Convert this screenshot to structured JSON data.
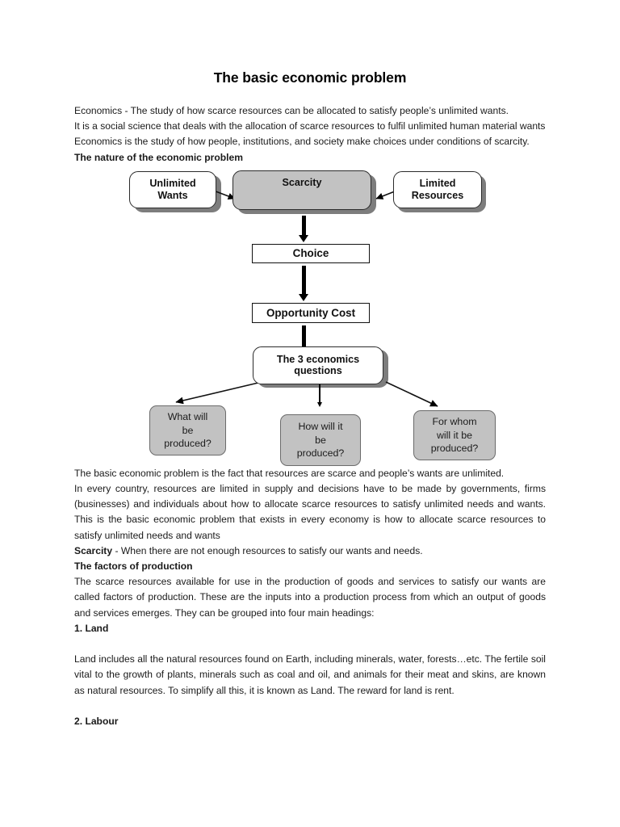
{
  "document": {
    "title": "The basic economic problem"
  },
  "body": {
    "intro_paragraphs": [
      "Economics - The study of how scarce resources can be allocated to satisfy people’s unlimited wants.",
      "It is a social science that deals with the allocation of scarce resources to fulfil unlimited human material wants",
      "Economics is the study of how people, institutions, and society make choices under conditions of scarcity."
    ],
    "heading_nature": "The nature of the economic problem",
    "after_diagram_paragraphs": [
      "The basic economic problem is the fact that resources are scarce and people’s wants are unlimited.",
      "In every country, resources are limited in supply and decisions have to be made by governments, firms (businesses) and individuals about how to allocate scarce resources to satisfy unlimited needs and wants. This is the basic economic problem that exists in every economy is how to allocate scarce resources to satisfy unlimited needs and wants"
    ],
    "scarcity_definition_term": "Scarcity",
    "scarcity_definition_rest": " - When there are not enough resources to satisfy our wants and needs.",
    "heading_factors": "The factors of production",
    "factors_paragraph": "The scarce resources available for use in the production of goods and services to satisfy our wants are called factors of production. These are the inputs into a production process from which an output of goods and services emerges. They can be grouped into four main headings:",
    "heading_land": "1. Land",
    "land_paragraph": "Land includes all the natural resources found on Earth, including minerals, water, forests…etc. The fertile soil vital to the growth of plants, minerals such as coal and oil, and animals for their meat and skins, are known as natural resources. To simplify all this, it is known as Land. The reward for land is rent.",
    "heading_labour": "2. Labour"
  },
  "diagram": {
    "name": "economic-problem-flowchart",
    "colors": {
      "gray_fill": "#c2c2c2",
      "white_fill": "#ffffff",
      "border": "#2b2b2b",
      "shadow": "#7d7d7d",
      "arrow": "#000000"
    },
    "nodes": {
      "unlimited_wants": "Unlimited\nWants",
      "unlimited_wants_line1": "Unlimited",
      "unlimited_wants_line2": "Wants",
      "scarcity": "Scarcity",
      "limited_resources_line1": "Limited",
      "limited_resources_line2": "Resources",
      "choice": "Choice",
      "opportunity_cost": "Opportunity Cost",
      "three_questions_line1": "The 3 economics",
      "three_questions_line2": "questions",
      "q1_line1": "What will",
      "q1_line2": "be",
      "q1_line3": "produced?",
      "q2_line1": "How will it",
      "q2_line2": "be",
      "q2_line3": "produced?",
      "q3_line1": "For whom",
      "q3_line2": "will it be",
      "q3_line3": "produced?"
    }
  }
}
